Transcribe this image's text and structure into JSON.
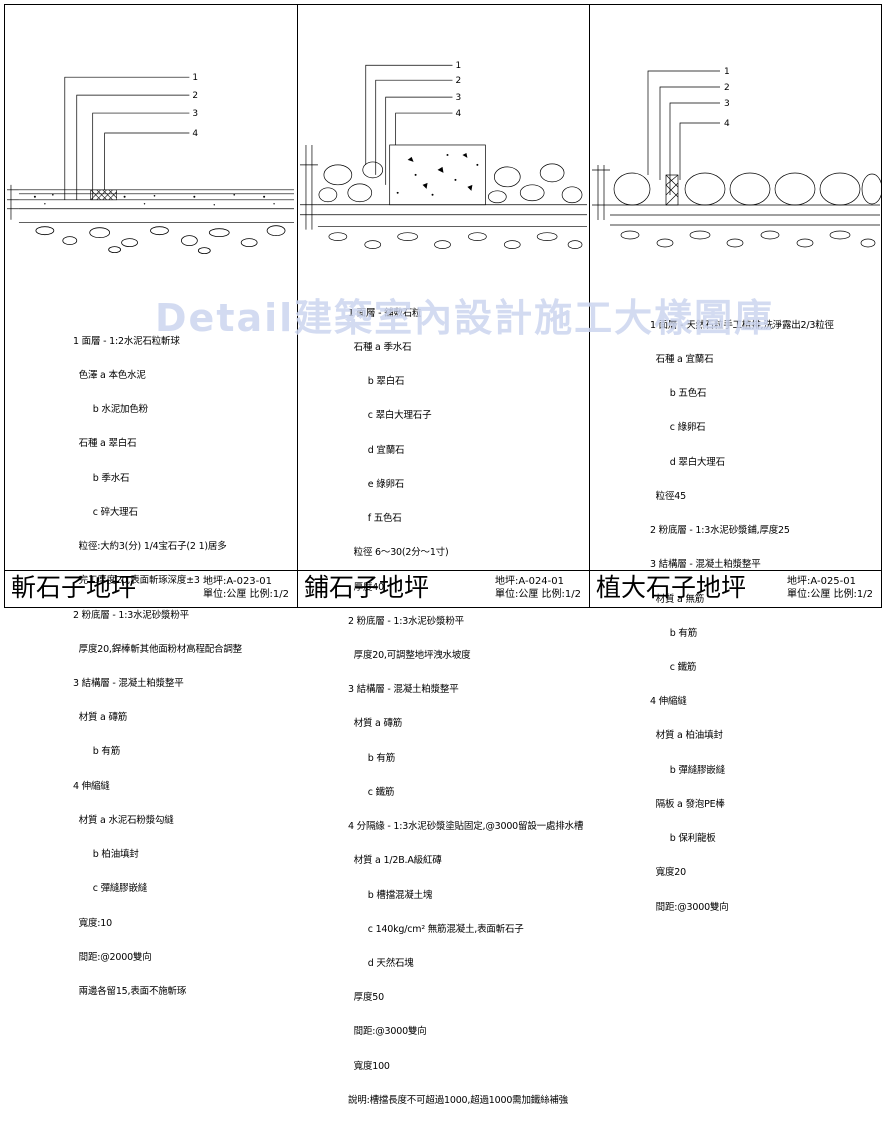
{
  "watermark": "Detail建築室內設計施工大樣圖庫",
  "panels": [
    {
      "title": "斬石子地坪",
      "code": "地坪:A-023-01",
      "scale": "單位:公厘 比例:1/2",
      "leaders": [
        "1",
        "2",
        "3",
        "4"
      ],
      "notes": [
        "1 面層 - 1:2水泥石粒斬球",
        "  色澤 a 本色水泥",
        "       b 水泥加色粉",
        "  石種 a 翠白石",
        "       b 季水石",
        "       c 碎大理石",
        "  粒徑:大約3(分) 1/4宝石子(2 1)居多",
        "  完工厚度20,表面斬琢深度±3",
        "2 粉底層 - 1:3水泥砂漿粉平",
        "  厚度20,銲棒斬其他面粉材高程配合調整",
        "3 結構層 - 混凝土粕漿整平",
        "  材質 a 磚筋",
        "       b 有筋",
        "4 伸縮縫",
        "  材質 a 水泥石粉漿勾縫",
        "       b 柏油填封",
        "       c 彈縫膠嵌縫",
        "  寬度:10",
        "  間距:@2000雙向",
        "  兩邊各留15,表面不施斬琢"
      ]
    },
    {
      "title": "鋪石子地坪",
      "code": "地坪:A-024-01",
      "scale": "單位:公厘 比例:1/2",
      "leaders": [
        "1",
        "2",
        "3",
        "4"
      ],
      "notes": [
        "1 面層 - 舖敷石粒",
        "  石種 a 季水石",
        "       b 翠白石",
        "       c 翠白大理石子",
        "       d 宜蘭石",
        "       e 綠卵石",
        "       f 五色石",
        "  粒徑 6～30(2分～1寸)",
        "  厚度40",
        "2 粉底層 - 1:3水泥砂漿粉平",
        "  厚度20,可調整地坪洩水坡度",
        "3 結構層 - 混凝土粕漿整平",
        "  材質 a 磚筋",
        "       b 有筋",
        "       c 鐵筋",
        "4 分隔緣 - 1:3水泥砂漿塗貼固定,@3000留設一處排水槽",
        "  材質 a 1/2B.A級紅磚",
        "       b 槽擋混凝土塊",
        "       c 140kg/cm² 無筋混凝土,表面斬石子",
        "       d 天然石塊",
        "  厚度50",
        "  間距:@3000雙向",
        "  寬度100",
        "說明:槽擋長度不可超過1000,超過1000需加鐵絲補強"
      ]
    },
    {
      "title": "植大石子地坪",
      "code": "地坪:A-025-01",
      "scale": "單位:公厘 比例:1/2",
      "leaders": [
        "1",
        "2",
        "3",
        "4"
      ],
      "notes": [
        "1 面層 - 天然石粒手工植排,洗淨露出2/3粒徑",
        "  石種 a 宜蘭石",
        "       b 五色石",
        "       c 綠卵石",
        "       d 翠白大理石",
        "  粒徑45",
        "2 粉底層 - 1:3水泥砂漿鋪,厚度25",
        "3 結構層 - 混凝土粕漿整平",
        "  材質 a 無筋",
        "       b 有筋",
        "       c 鐵筋",
        "4 伸縮縫",
        "  材質 a 柏油填封",
        "       b 彈縫膠嵌縫",
        "  隔板 a 發泡PE棒",
        "       b 保利龍板",
        "  寬度20",
        "  間距:@3000雙向"
      ]
    }
  ]
}
